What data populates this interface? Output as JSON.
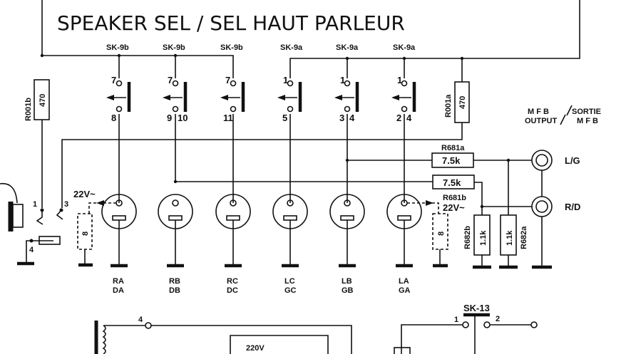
{
  "title": "SPEAKER SEL / SEL HAUT PARLEUR",
  "switches": [
    {
      "name": "SK-9b",
      "top_pin": "7",
      "bottom_pins": [
        "8"
      ]
    },
    {
      "name": "SK-9b",
      "top_pin": "7",
      "bottom_pins": [
        "9",
        "10"
      ]
    },
    {
      "name": "SK-9b",
      "top_pin": "7",
      "bottom_pins": [
        "11"
      ]
    },
    {
      "name": "SK-9a",
      "top_pin": "1",
      "bottom_pins": [
        "5"
      ]
    },
    {
      "name": "SK-9a",
      "top_pin": "1",
      "bottom_pins": [
        "3",
        "4"
      ]
    },
    {
      "name": "SK-9a",
      "top_pin": "1",
      "bottom_pins": [
        "2",
        "4"
      ]
    }
  ],
  "resistors": {
    "r001b": {
      "ref": "R001b",
      "value": "470"
    },
    "r001a": {
      "ref": "R001a",
      "value": "470"
    },
    "r681a": {
      "ref": "R681a",
      "value": "7.5k"
    },
    "r681b": {
      "ref": "R681b",
      "value": "7.5k"
    },
    "r682b": {
      "ref": "R682b",
      "value": "1.1k"
    },
    "r682a": {
      "ref": "R682a",
      "value": "1.1k"
    }
  },
  "lamps": [
    {
      "line1": "RA",
      "line2": "DA"
    },
    {
      "line1": "RB",
      "line2": "DB"
    },
    {
      "line1": "RC",
      "line2": "DC"
    },
    {
      "line1": "LC",
      "line2": "GC"
    },
    {
      "line1": "LB",
      "line2": "GB"
    },
    {
      "line1": "LA",
      "line2": "GA"
    }
  ],
  "loads": {
    "left_voltage": "22V~",
    "left_value": "8",
    "right_voltage": "22V~",
    "right_value": "8"
  },
  "jack": {
    "pin1": "1",
    "pin3": "3",
    "pin4": "4"
  },
  "output": {
    "line1_left": "M F B",
    "line1_right": "SORTIE",
    "line2_left": "OUTPUT",
    "line2_right": "M F B",
    "left": "L/G",
    "right": "R/D"
  },
  "transformer": {
    "pin": "4",
    "voltage": "220V"
  },
  "sk13": {
    "name": "SK-13",
    "pin1": "1",
    "pin2": "2"
  }
}
